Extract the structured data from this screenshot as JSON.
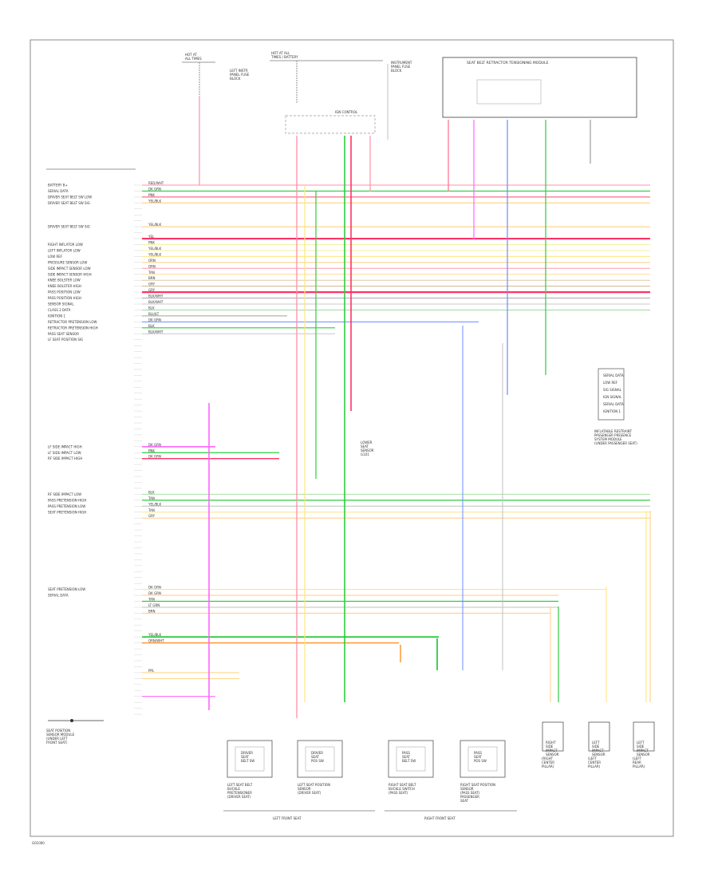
{
  "diagram": {
    "footer_code": "G01000",
    "main_module_label": [
      "SEAT POSITION",
      "SENSOR MODULE",
      "(UNDER LEFT",
      "FRONT SEAT)"
    ],
    "lower_groups": {
      "left": "LEFT FRONT SEAT",
      "right": "RIGHT FRONT SEAT"
    },
    "top_labels": {
      "fuse_a": [
        "HOT AT",
        "ALL TIMES"
      ],
      "fuse_b": [
        "HOT AT ALL",
        "TIMES / BATTERY"
      ],
      "fuse_a_note": [
        "LEFT INSTR",
        "PANEL FUSE",
        "BLOCK"
      ],
      "fuse_b_note": [
        "INSTRUMENT",
        "PANEL FUSE",
        "BLOCK"
      ],
      "module": "SEAT BELT RETRACTOR TENSIONING MODULE",
      "connector": "IGN CONTROL"
    },
    "pin_labels": [
      "BATTERY B+",
      "SERIAL DATA",
      "DRIVER SEAT BELT SW LOW",
      "DRIVER SEAT BELT SW SIG",
      "DRIVER SEAT BELT SW SIG",
      "RIGHT INFLATOR LOW",
      "LEFT INFLATOR LOW",
      "LOW REF",
      "PRESSURE SENSOR LOW",
      "SIDE IMPACT SENSOR LOW",
      "SIDE IMPACT SENSOR HIGH",
      "KNEE BOLSTER LOW",
      "KNEE BOLSTER HIGH",
      "PASS POSITION LOW",
      "PASS POSITION HIGH",
      "SENSOR SIGNAL",
      "CLASS 2 DATA",
      "IGNITION 1",
      "RETRACTOR PRETENSION LOW",
      "RETRACTOR PRETENSION HIGH",
      "PASS SEAT SENSOR",
      "LF SEAT POSITION SIG",
      "LF SIDE IMPACT HIGH",
      "LF SIDE IMPACT LOW",
      "RF SIDE IMPACT HIGH",
      "RF SIDE IMPACT LOW",
      "PASS PRETENSION HIGH",
      "PASS PRETENSION LOW",
      "SEAT PRETENSION HIGH",
      "SEAT PRETENSION LOW",
      "SERIAL DATA"
    ],
    "wire_labels": [
      "RED/WHT",
      "DK GRN",
      "PNK",
      "YEL/BLK",
      "YEL/BLK",
      "YEL",
      "PNK",
      "YEL/BLK",
      "YEL/BLK",
      "ORN",
      "ORN",
      "TAN",
      "BRN",
      "GRY",
      "GRY",
      "BLK/WHT",
      "BLK/WHT",
      "BLK",
      "BLU/LT",
      "DK GRN",
      "BLK",
      "BLK/WHT",
      "DK GRN",
      "PNK",
      "DK GRN",
      "BLK",
      "TAN",
      "YEL/BLK",
      "TAN",
      "GRY",
      "DK GRN",
      "DK GRN",
      "TAN",
      "LT GRN",
      "BRN",
      "YEL/BLK",
      "ORN/WHT",
      "PPL"
    ],
    "right_connector_labels": [
      "SERIAL DATA",
      "LOW REF",
      "SIG SIGNAL",
      "IGN SIGNAL",
      "SERIAL DATA",
      "IGNITION 1"
    ],
    "right_note": [
      "INFLATABLE RESTRAINT",
      "PASSENGER PRESENCE",
      "SYSTEM MODULE",
      "(UNDER PASSENGER SEAT)"
    ],
    "ground_note": [
      "LOWER",
      "SEAT",
      "SENSOR",
      "G101"
    ],
    "bottom_components": [
      {
        "title": [
          "DRIVER",
          "SEAT",
          "BELT SW"
        ],
        "caption": [
          "LEFT SEAT BELT",
          "BUCKLE",
          "PRETENSIONER",
          "(DRIVER SEAT)"
        ]
      },
      {
        "title": [
          "DRIVER",
          "SEAT",
          "POS SW"
        ],
        "caption": [
          "LEFT SEAT POSITION",
          "SENSOR",
          "(DRIVER SEAT)"
        ]
      },
      {
        "title": [
          "PASS",
          "SEAT",
          "BELT SW"
        ],
        "caption": [
          "RIGHT SEAT BELT",
          "BUCKLE SWITCH",
          "(PASS SEAT)"
        ]
      },
      {
        "title": [
          "PASS",
          "SEAT",
          "POS SW"
        ],
        "caption": [
          "RIGHT SEAT POSITION",
          "SENSOR",
          "(PASS SEAT)",
          "PASSENGER",
          "SEAT"
        ]
      },
      {
        "title": [
          "RIGHT",
          "SIDE",
          "IMPACT",
          "SENSOR"
        ],
        "caption": [
          "(RIGHT",
          "CENTER",
          "PILLAR)"
        ]
      },
      {
        "title": [
          "LEFT",
          "SIDE",
          "IMPACT",
          "SENSOR"
        ],
        "caption": [
          "(LEFT",
          "CENTER",
          "PILLAR)"
        ]
      },
      {
        "title": [
          "LEFT",
          "SIDE",
          "IMPACT",
          "SENSOR"
        ],
        "caption": [
          "(LEFT",
          "REAR",
          "PILLAR)"
        ]
      }
    ]
  }
}
